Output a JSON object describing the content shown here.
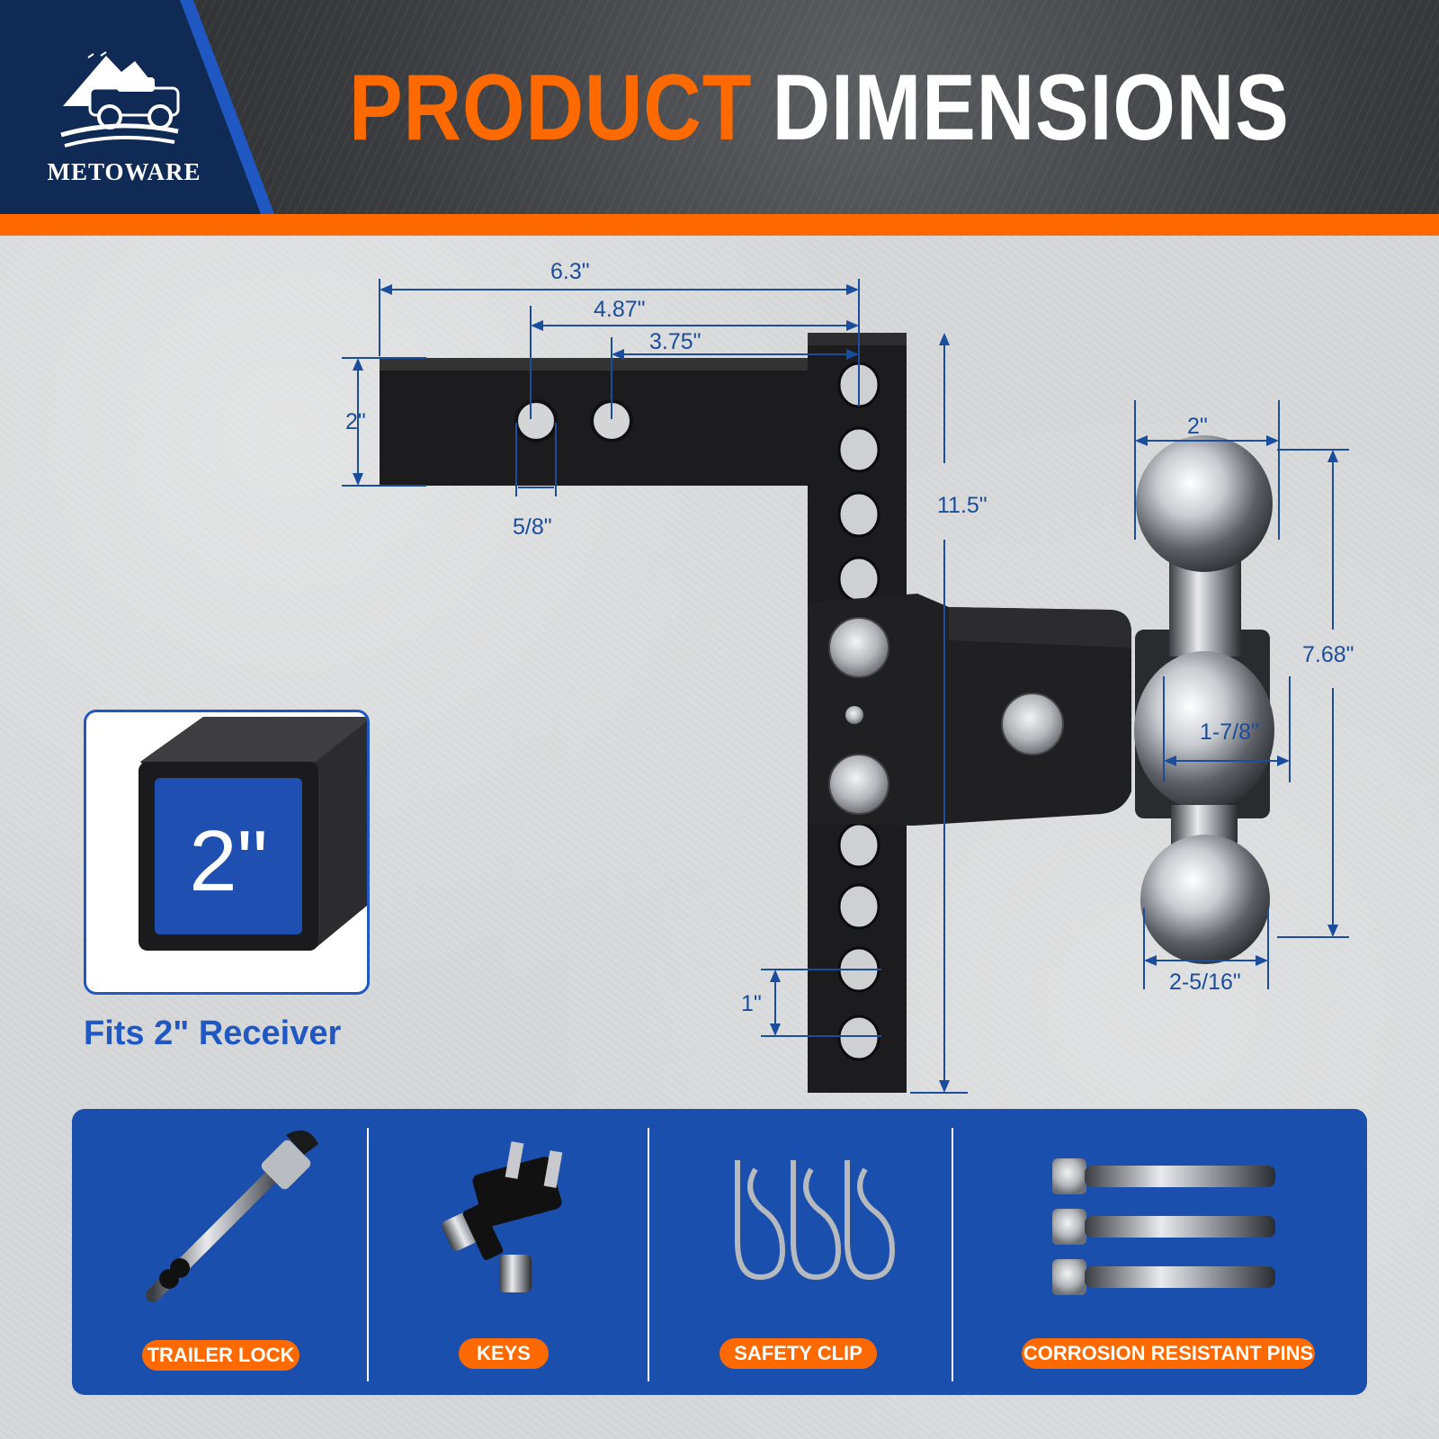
{
  "brand": {
    "name": "METOWARE"
  },
  "header": {
    "title_part1": "PRODUCT",
    "title_part2": "DIMENSIONS"
  },
  "colors": {
    "accent_orange": "#ff6a00",
    "dimension_blue": "#1a4d9c",
    "panel_blue": "#1b4fae",
    "steel_black": "#1c1c1e"
  },
  "dimensions": {
    "shank_total_length": "6.3\"",
    "hole1_to_riser": "4.87\"",
    "hole2_to_riser": "3.75\"",
    "shank_height": "2\"",
    "pin_hole_diameter": "5/8\"",
    "riser_height": "11.5\"",
    "hole_spacing": "1\"",
    "ball_top": "2\"",
    "ball_middle": "1-7/8\"",
    "ball_bottom": "2-5/16\"",
    "ball_mount_height": "7.68\""
  },
  "receiver": {
    "label": "2\"",
    "caption": "Fits 2\"  Receiver"
  },
  "accessories": [
    {
      "label": "TRAILER LOCK",
      "icon": "trailer-lock-icon"
    },
    {
      "label": "KEYS",
      "icon": "keys-icon"
    },
    {
      "label": "SAFETY CLIP",
      "icon": "safety-clip-icon"
    },
    {
      "label": "CORROSION RESISTANT PINS",
      "icon": "pins-icon"
    }
  ]
}
